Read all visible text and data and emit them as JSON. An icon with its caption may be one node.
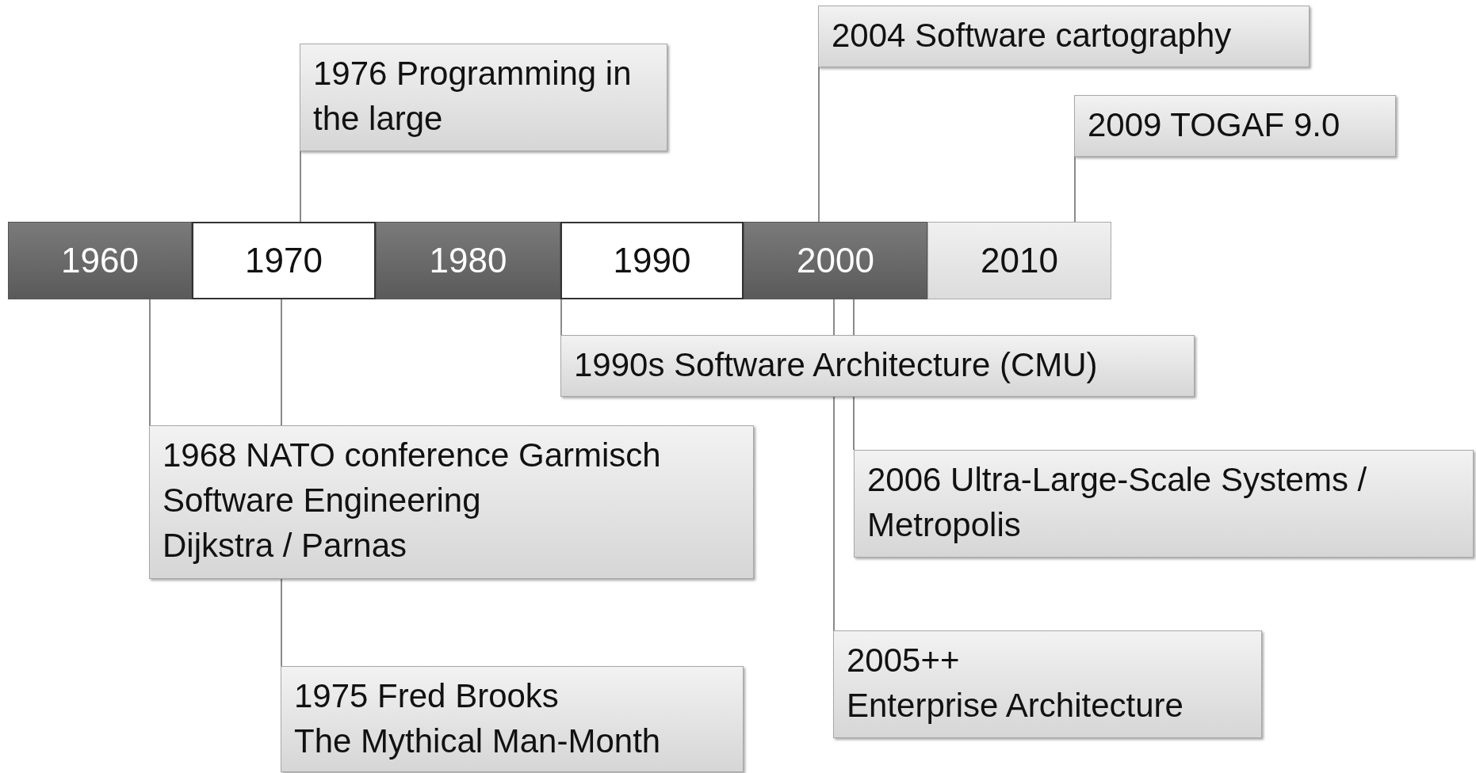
{
  "diagram": {
    "nodes": [
      {
        "text": [
          "1960"
        ]
      },
      {
        "text": [
          "1970"
        ]
      },
      {
        "text": [
          "1980"
        ]
      },
      {
        "text": [
          "1990"
        ]
      },
      {
        "text": [
          "2000"
        ]
      },
      {
        "text": [
          "2010"
        ]
      },
      {
        "text": [
          "2004 Software cartography"
        ]
      },
      {
        "text": [
          "1976 Programming in the large"
        ]
      },
      {
        "text": [
          "2009 TOGAF 9.0"
        ]
      },
      {
        "text": [
          "1990s Software Architecture (CMU)"
        ]
      },
      {
        "text": [
          "1968 NATO conference Garmisch",
          "Software Engineering",
          "Dijkstra / Parnas"
        ]
      },
      {
        "text": [
          "2006 Ultra-Large-Scale Systems / Metropolis"
        ]
      },
      {
        "text": [
          "2005++",
          "Enterprise Architecture"
        ]
      },
      {
        "text": [
          "1975 Fred Brooks",
          "The Mythical Man-Month"
        ]
      }
    ],
    "edges": [
      {
        "from": 6,
        "to": 4,
        "arrow": "none"
      },
      {
        "from": 7,
        "to": 1,
        "arrow": "none"
      },
      {
        "from": 8,
        "to": 5,
        "arrow": "none"
      },
      {
        "from": 9,
        "to": 3,
        "arrow": "none"
      },
      {
        "from": 10,
        "to": 0,
        "arrow": "none"
      },
      {
        "from": 11,
        "to": 4,
        "arrow": "none"
      },
      {
        "from": 12,
        "to": 4,
        "arrow": "none"
      },
      {
        "from": 13,
        "to": 1,
        "arrow": "none"
      }
    ]
  }
}
